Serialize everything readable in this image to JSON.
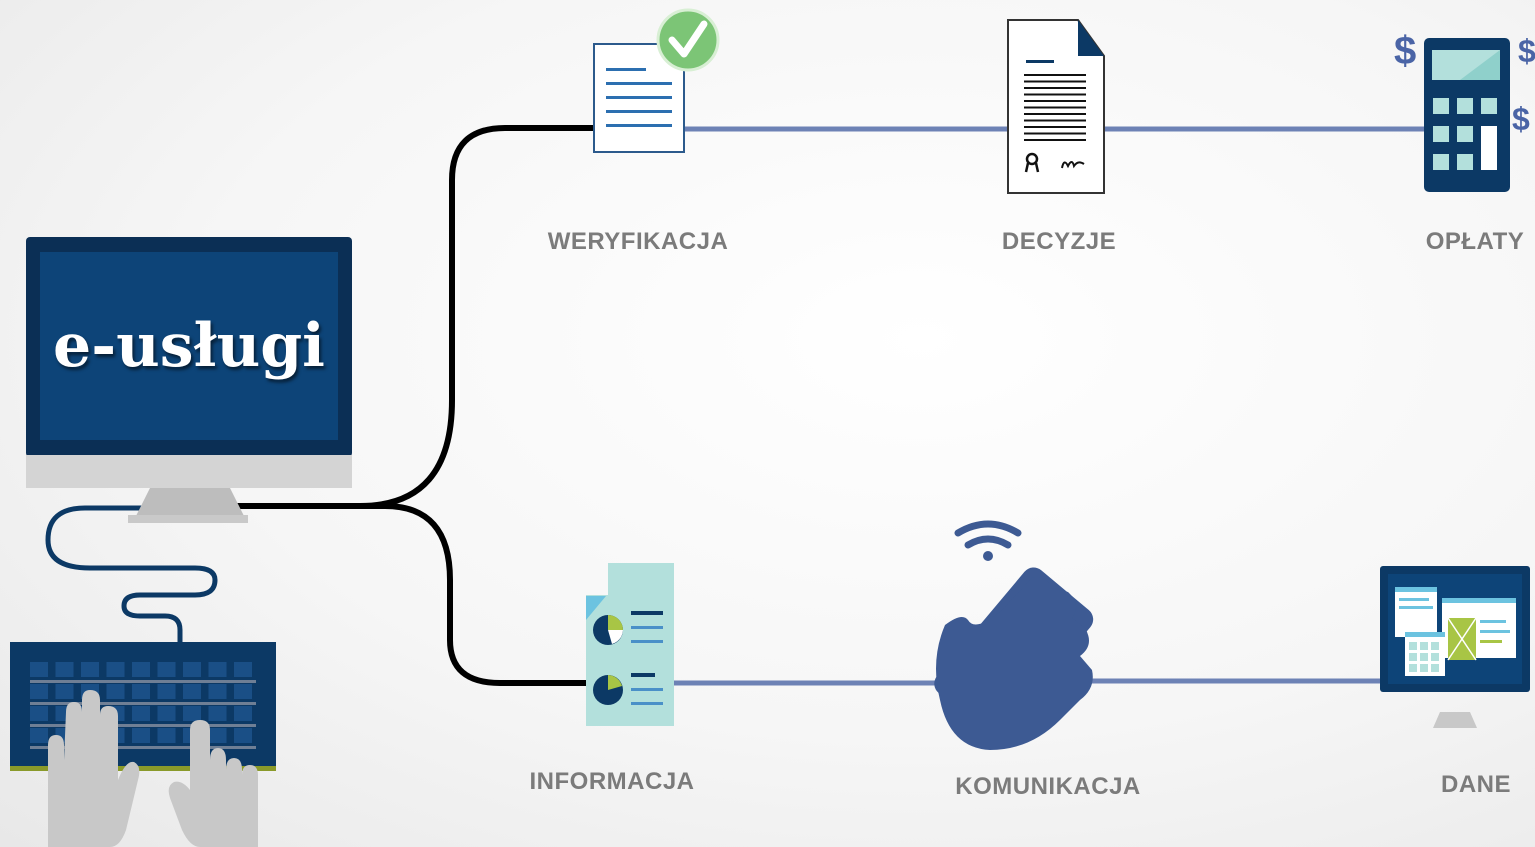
{
  "colors": {
    "navy": "#0c3965",
    "navy_dark": "#07294a",
    "slate_blue": "#3d5a93",
    "connector_line": "#6d82b5",
    "black_line": "#000000",
    "teal_light": "#b3e0dc",
    "lime": "#a8c545",
    "gray": "#c8c8c8",
    "label_gray": "#7b7b7b",
    "check_green": "#7cc576"
  },
  "screen_title": "e-usługi",
  "nodes": [
    {
      "id": "weryfikacja",
      "label": "WERYFIKACJA",
      "icon": "checked-document-icon"
    },
    {
      "id": "decyzje",
      "label": "DECYZJE",
      "icon": "signed-decision-document-icon"
    },
    {
      "id": "oplaty",
      "label": "OPŁATY",
      "icon": "calculator-dollar-icon",
      "symbol": "$"
    },
    {
      "id": "informacja",
      "label": "INFORMACJA",
      "icon": "report-chart-document-icon"
    },
    {
      "id": "komunikacja",
      "label": "KOMUNIKACJA",
      "icon": "hand-smartphone-wifi-icon"
    },
    {
      "id": "dane",
      "label": "DANE",
      "icon": "monitor-data-windows-icon"
    }
  ]
}
